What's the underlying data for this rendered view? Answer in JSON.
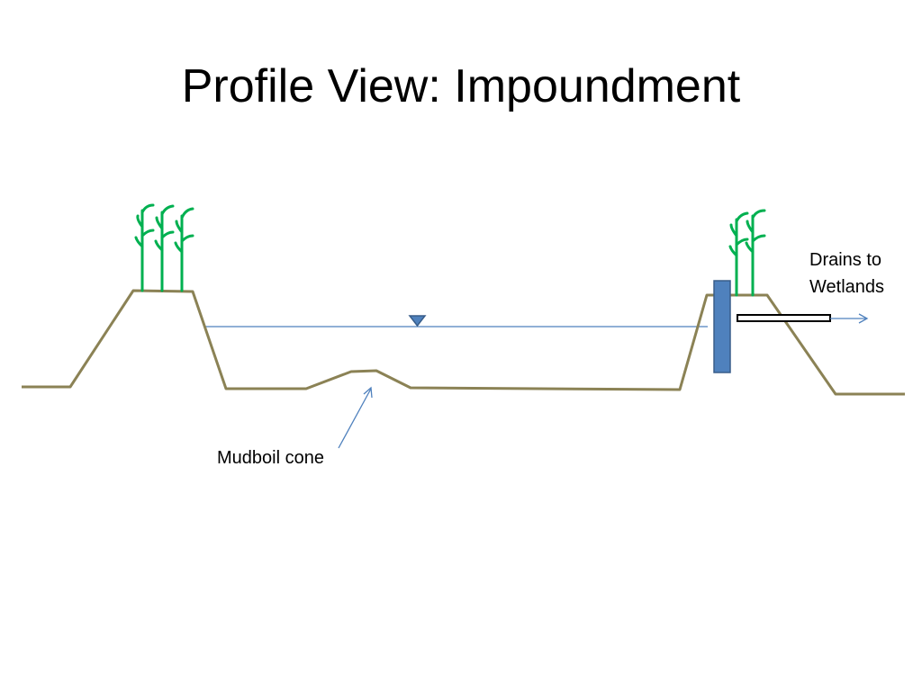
{
  "title": "Profile View: Impoundment",
  "labels": {
    "drains_line1": "Drains to",
    "drains_line2": "Wetlands",
    "mudboil": "Mudboil cone"
  },
  "colors": {
    "ground": "#8B8255",
    "water_line": "#4F81BD",
    "water_marker": "#4F81BD",
    "gate": "#4F81BD",
    "gate_border": "#385D8A",
    "pipe_fill": "#ffffff",
    "pipe_border": "#000000",
    "vegetation": "#00B050",
    "text": "#000000"
  },
  "icons": {
    "water_level": "inverted-triangle-icon",
    "vegetation": "reed-plant-icon"
  }
}
